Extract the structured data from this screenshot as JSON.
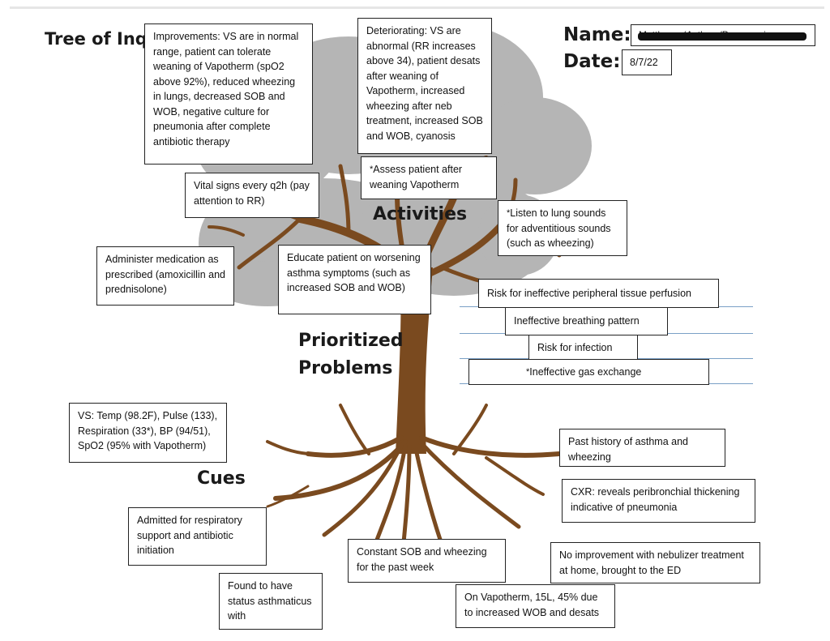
{
  "headings": {
    "title": "Tree of Inq",
    "name_label": "Name:",
    "date_label": "Date:",
    "activities": "Activities",
    "prioritized": "Prioritized",
    "problems": "Problems",
    "cues": "Cues"
  },
  "header": {
    "name_value_redacted": "Matthews (Asthma/Pneumonia",
    "date_value": "8/7/22"
  },
  "outcomes": {
    "improvements": "Improvements: VS are in normal range, patient can tolerate weaning of Vapotherm (spO2 above 92%), reduced wheezing in lungs, decreased SOB and WOB, negative culture for pneumonia after complete antibiotic therapy",
    "deteriorating": "Deteriorating: VS are abnormal (RR increases above 34), patient desats after weaning of Vapotherm, increased wheezing after neb treatment, increased SOB and WOB, cyanosis"
  },
  "activities": {
    "assess": "Assess patient after weaning Vapotherm",
    "vitals": "Vital signs every q2h (pay attention to RR)",
    "lung_sounds": "Listen to lung sounds for adventitious sounds (such as wheezing)",
    "medication": "Administer medication as prescribed (amoxicillin and prednisolone)",
    "educate": "Educate patient on worsening asthma symptoms (such as increased SOB and WOB)"
  },
  "problems": {
    "perfusion": "Risk for ineffective peripheral tissue perfusion",
    "breathing": "Ineffective breathing pattern",
    "infection": "Risk for infection",
    "gas_exchange": "Ineffective gas exchange"
  },
  "cues": {
    "vs": "VS: Temp (98.2F), Pulse (133), Respiration (33*), BP (94/51), SpO2 (95% with Vapotherm)",
    "history": "Past history of asthma and wheezing",
    "cxr": "CXR: reveals peribronchial thickening indicative of pneumonia",
    "admitted": "Admitted for respiratory support and antibiotic initiation",
    "constant_sob": "Constant SOB and wheezing for the past week",
    "no_improvement": "No improvement with nebulizer treatment at home, brought to the ED",
    "asthmaticus": "Found to have status asthmaticus with",
    "vapotherm": "On Vapotherm, 15L, 45% due to increased WOB and desats"
  },
  "markers": {
    "asterisk": "*"
  },
  "colors": {
    "crown": "#b5b5b5",
    "trunk": "#7a4a1f",
    "lines": "#7aa0c6"
  }
}
